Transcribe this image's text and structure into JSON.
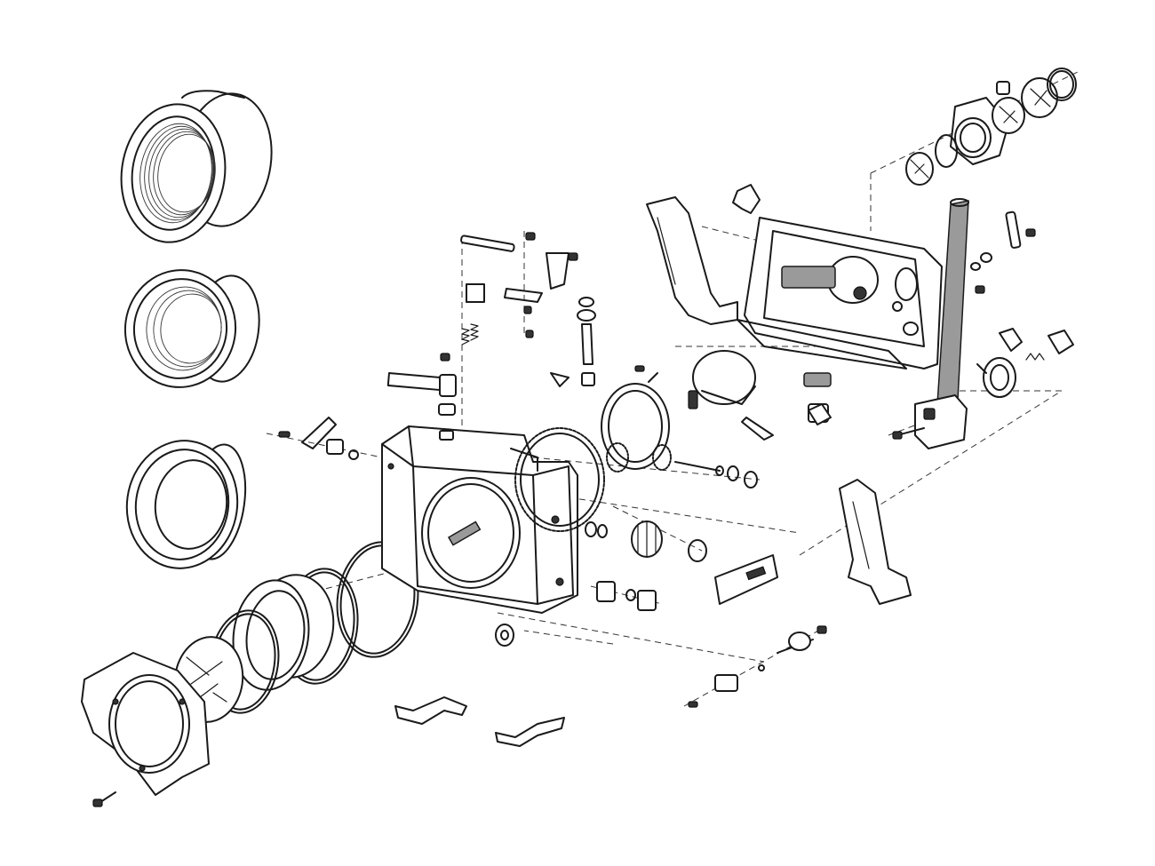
{
  "diagram": {
    "type": "exploded-view",
    "colors": {
      "line": "#1a1a1a",
      "background": "#ffffff",
      "shade": "#9a9a9a"
    },
    "parts": [
      "port-ring-large",
      "port-ring-medium",
      "port-ring-small",
      "o-ring",
      "o-ring",
      "port-adapter",
      "o-ring",
      "lens-glass",
      "lens-shade",
      "housing-body",
      "drive-gear",
      "gear-knob",
      "control-knob",
      "handle-left",
      "handle-right",
      "back-plate",
      "viewfinder-assembly",
      "support-rod",
      "latch-clip",
      "latch-clip",
      "name-plate"
    ]
  }
}
